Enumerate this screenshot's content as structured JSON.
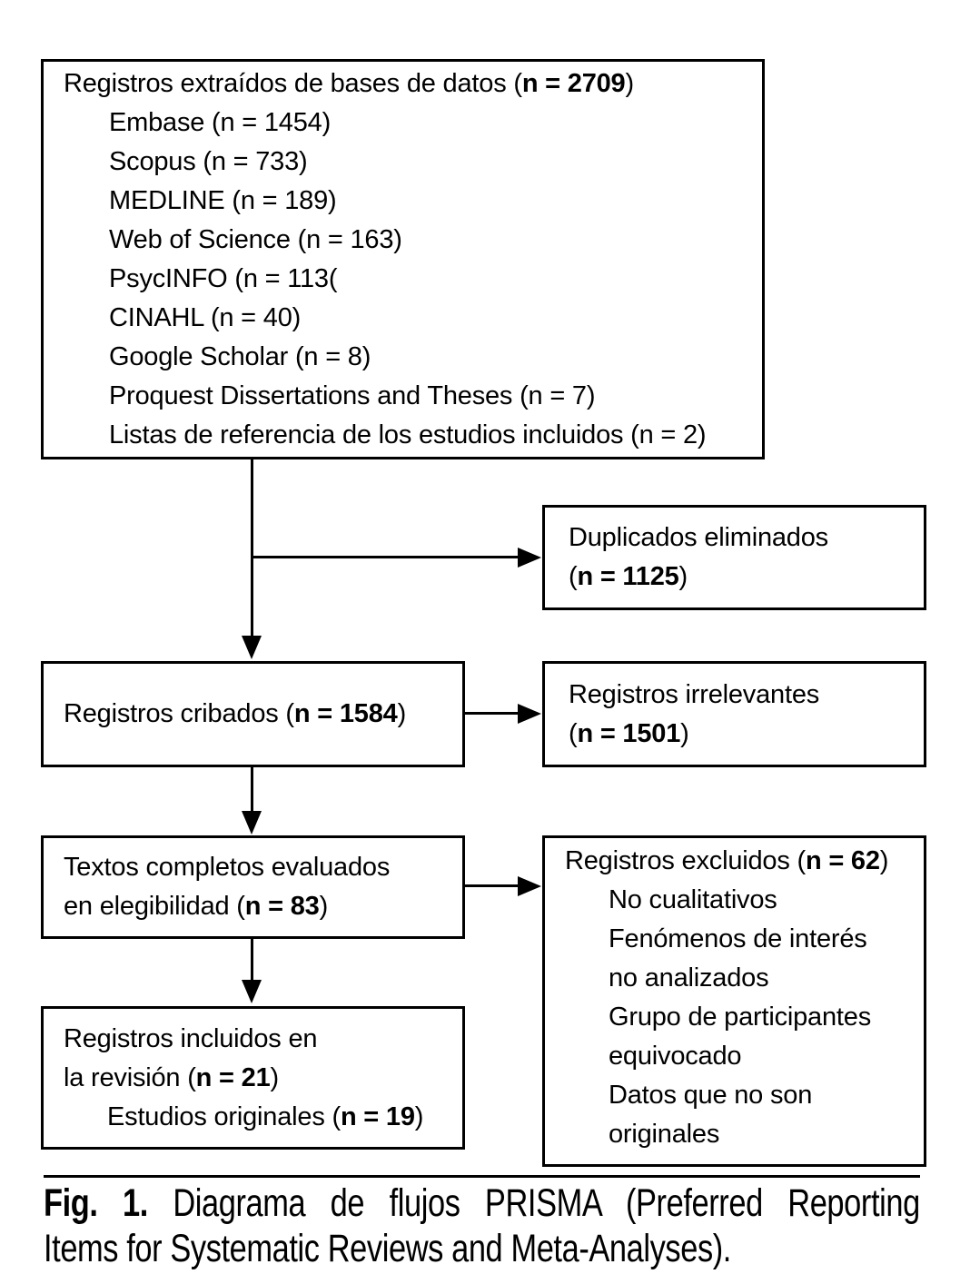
{
  "figure": {
    "colors": {
      "ink": "#000000",
      "background": "#ffffff"
    },
    "boxes": {
      "identification": {
        "title_prefix": "Registros extraídos de bases de datos (",
        "title_bold": "n = 2709",
        "title_suffix": ")",
        "items": [
          "Embase (n = 1454)",
          "Scopus (n = 733)",
          "MEDLINE (n = 189)",
          "Web of Science (n = 163)",
          "PsycINFO (n = 113(",
          "CINAHL (n = 40)",
          "Google Scholar (n = 8)",
          "Proquest Dissertations and Theses (n = 7)",
          "Listas de referencia de los estudios incluidos (n = 2)"
        ]
      },
      "duplicates": {
        "line1": "Duplicados eliminados",
        "line2_prefix": "(",
        "line2_bold": "n = 1125",
        "line2_suffix": ")"
      },
      "screened": {
        "prefix": "Registros cribados (",
        "bold": "n = 1584",
        "suffix": ")"
      },
      "irrelevant": {
        "line1": "Registros irrelevantes",
        "line2_prefix": "(",
        "line2_bold": "n = 1501",
        "line2_suffix": ")"
      },
      "fulltext": {
        "line1": "Textos completos evaluados",
        "line2_prefix": "en elegibilidad (",
        "line2_bold": "n = 83",
        "line2_suffix": ")"
      },
      "excluded": {
        "title_prefix": "Registros excluidos (",
        "title_bold": "n = 62",
        "title_suffix": ")",
        "items": [
          "No cualitativos",
          "Fenómenos de interés",
          "no analizados",
          "Grupo de participantes",
          "equivocado",
          "Datos que no son",
          "originales"
        ]
      },
      "included": {
        "line1": "Registros incluidos en",
        "line2_prefix": "la revisión (",
        "line2_bold": "n = 21",
        "line2_suffix": ")",
        "sub_prefix": "Estudios originales (",
        "sub_bold": "n = 19",
        "sub_suffix": ")"
      }
    },
    "caption": {
      "label": "Fig. 1.",
      "line1_rest": "Diagrama de flujos PRISMA (Preferred Reporting",
      "line2": "Items for Systematic Reviews and Meta-Analyses)."
    }
  }
}
